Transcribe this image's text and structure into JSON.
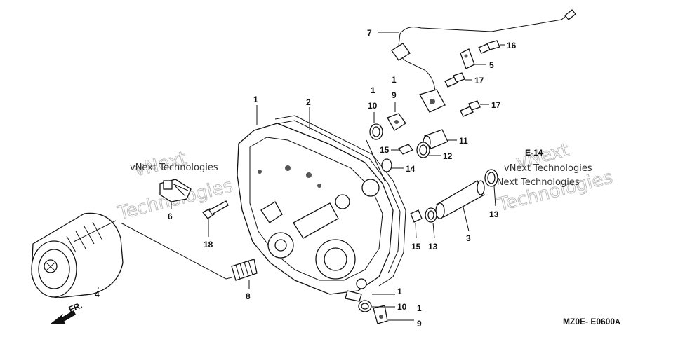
{
  "callouts": {
    "c1a": "1",
    "c1b": "1",
    "c1c": "1",
    "c1d": "1",
    "c1e": "1",
    "c2": "2",
    "c3": "3",
    "c4": "4",
    "c5": "5",
    "c6": "6",
    "c7": "7",
    "c8": "8",
    "c9a": "9",
    "c9b": "9",
    "c10a": "10",
    "c10b": "10",
    "c11": "11",
    "c12": "12",
    "c13a": "13",
    "c13b": "13",
    "c14": "14",
    "c15a": "15",
    "c15b": "15",
    "c16": "16",
    "c17a": "17",
    "c17b": "17",
    "c18": "18"
  },
  "reference": {
    "e14": "E-14",
    "fr": "FR.",
    "diagram_code_prefix": "MZ0E- E0600",
    "diagram_code_suffix": "A"
  },
  "watermark": {
    "small": "vNext Technologies",
    "big_a": "vNext",
    "big_b": "Technologies"
  }
}
